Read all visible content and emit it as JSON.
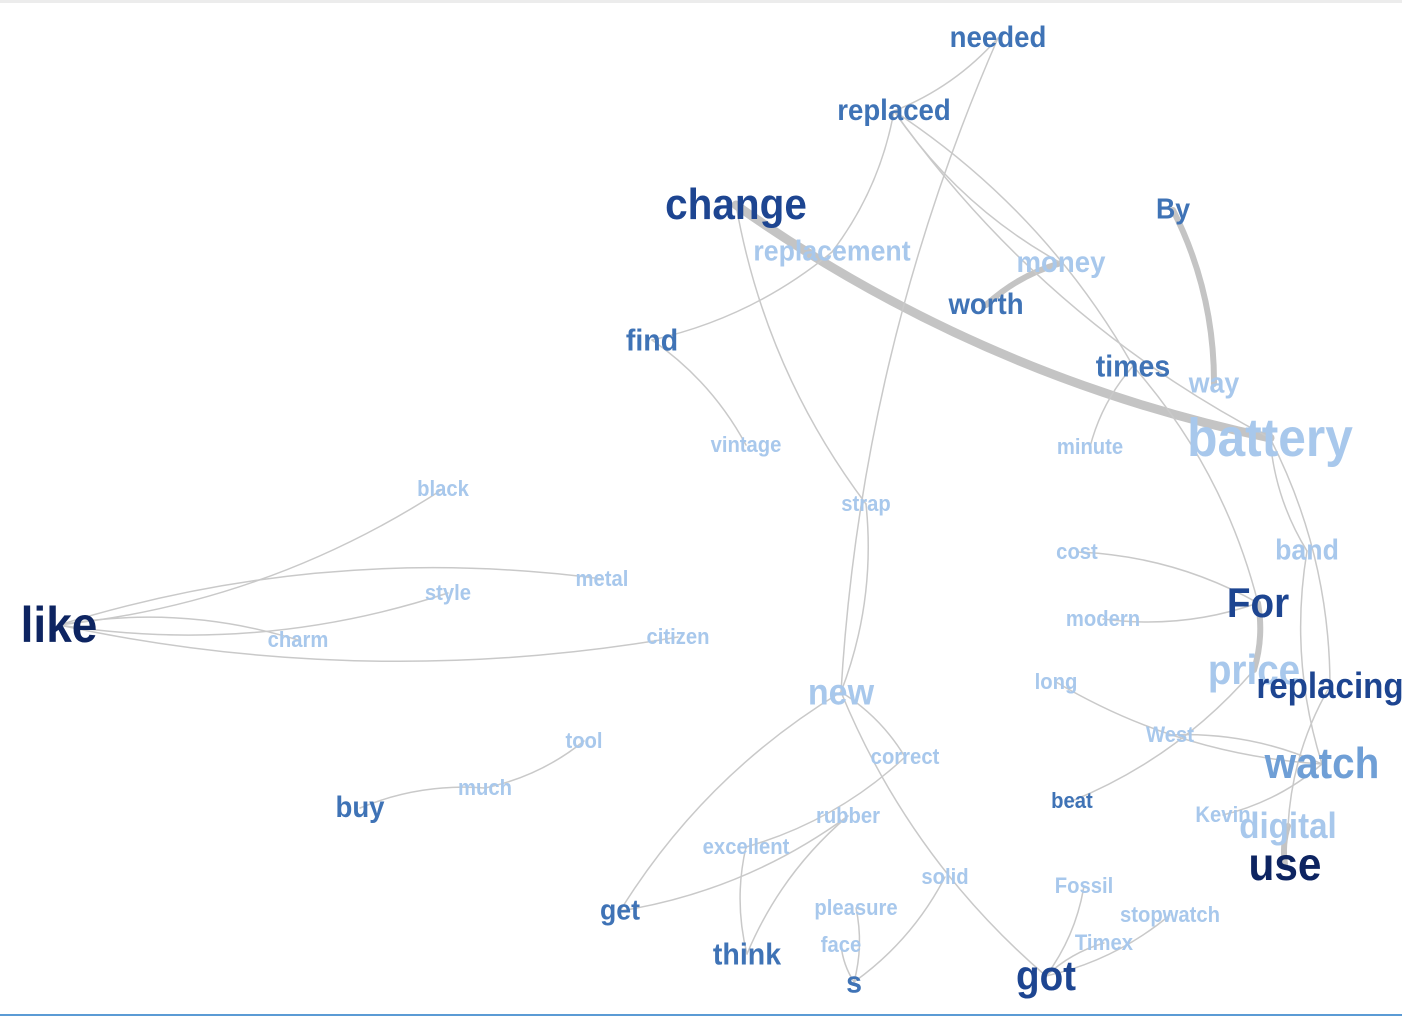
{
  "colors": {
    "darkest": "#0d2461",
    "dark": "#1d4591",
    "mid": "#3f73b6",
    "light": "#6f9fd6",
    "lighter": "#a8c8ec",
    "edge": "#c9c9c9",
    "edge_strong": "#c4c4c4"
  },
  "nodes": [
    {
      "id": "needed",
      "label": "needed",
      "shade": "mid"
    },
    {
      "id": "replaced",
      "label": "replaced",
      "shade": "mid"
    },
    {
      "id": "change",
      "label": "change",
      "shade": "dark"
    },
    {
      "id": "replacement",
      "label": "replacement",
      "shade": "lighter"
    },
    {
      "id": "By",
      "label": "By",
      "shade": "mid"
    },
    {
      "id": "money",
      "label": "money",
      "shade": "lighter"
    },
    {
      "id": "worth",
      "label": "worth",
      "shade": "mid"
    },
    {
      "id": "find",
      "label": "find",
      "shade": "mid"
    },
    {
      "id": "times",
      "label": "times",
      "shade": "mid"
    },
    {
      "id": "way",
      "label": "way",
      "shade": "lighter"
    },
    {
      "id": "battery",
      "label": "battery",
      "shade": "lighter"
    },
    {
      "id": "vintage",
      "label": "vintage",
      "shade": "lighter"
    },
    {
      "id": "minute",
      "label": "minute",
      "shade": "lighter"
    },
    {
      "id": "black",
      "label": "black",
      "shade": "lighter"
    },
    {
      "id": "strap",
      "label": "strap",
      "shade": "lighter"
    },
    {
      "id": "cost",
      "label": "cost",
      "shade": "lighter"
    },
    {
      "id": "band",
      "label": "band",
      "shade": "lighter"
    },
    {
      "id": "metal",
      "label": "metal",
      "shade": "lighter"
    },
    {
      "id": "style",
      "label": "style",
      "shade": "lighter"
    },
    {
      "id": "For",
      "label": "For",
      "shade": "dark"
    },
    {
      "id": "like",
      "label": "like",
      "shade": "darkest"
    },
    {
      "id": "modern",
      "label": "modern",
      "shade": "lighter"
    },
    {
      "id": "citizen",
      "label": "citizen",
      "shade": "lighter"
    },
    {
      "id": "charm",
      "label": "charm",
      "shade": "lighter"
    },
    {
      "id": "price",
      "label": "price",
      "shade": "lighter"
    },
    {
      "id": "replacing",
      "label": "replacing",
      "shade": "dark"
    },
    {
      "id": "long",
      "label": "long",
      "shade": "lighter"
    },
    {
      "id": "new",
      "label": "new",
      "shade": "lighter"
    },
    {
      "id": "West",
      "label": "West",
      "shade": "lighter"
    },
    {
      "id": "tool",
      "label": "tool",
      "shade": "lighter"
    },
    {
      "id": "correct",
      "label": "correct",
      "shade": "lighter"
    },
    {
      "id": "watch",
      "label": "watch",
      "shade": "light"
    },
    {
      "id": "much",
      "label": "much",
      "shade": "lighter"
    },
    {
      "id": "buy",
      "label": "buy",
      "shade": "mid"
    },
    {
      "id": "beat",
      "label": "beat",
      "shade": "mid"
    },
    {
      "id": "rubber",
      "label": "rubber",
      "shade": "lighter"
    },
    {
      "id": "Kevin",
      "label": "Kevin",
      "shade": "lighter"
    },
    {
      "id": "digital",
      "label": "digital",
      "shade": "lighter"
    },
    {
      "id": "excellent",
      "label": "excellent",
      "shade": "lighter"
    },
    {
      "id": "use",
      "label": "use",
      "shade": "darkest"
    },
    {
      "id": "solid",
      "label": "solid",
      "shade": "lighter"
    },
    {
      "id": "Fossil",
      "label": "Fossil",
      "shade": "lighter"
    },
    {
      "id": "pleasure",
      "label": "pleasure",
      "shade": "lighter"
    },
    {
      "id": "get",
      "label": "get",
      "shade": "mid"
    },
    {
      "id": "stopwatch",
      "label": "stopwatch",
      "shade": "lighter"
    },
    {
      "id": "Timex",
      "label": "Timex",
      "shade": "lighter"
    },
    {
      "id": "face",
      "label": "face",
      "shade": "lighter"
    },
    {
      "id": "think",
      "label": "think",
      "shade": "mid"
    },
    {
      "id": "got",
      "label": "got",
      "shade": "dark"
    },
    {
      "id": "s",
      "label": "s",
      "shade": "mid"
    }
  ],
  "edges": [
    {
      "from": "change",
      "to": "battery",
      "strength": "strong"
    },
    {
      "from": "By",
      "to": "way",
      "strength": "medium"
    },
    {
      "from": "money",
      "to": "worth",
      "strength": "medium"
    },
    {
      "from": "For",
      "to": "price",
      "strength": "medium"
    },
    {
      "from": "digital",
      "to": "use",
      "strength": "medium"
    },
    {
      "from": "needed",
      "to": "replaced",
      "strength": "weak"
    },
    {
      "from": "needed",
      "to": "new",
      "strength": "weak"
    },
    {
      "from": "replaced",
      "to": "replacement",
      "strength": "weak"
    },
    {
      "from": "replaced",
      "to": "money",
      "strength": "weak"
    },
    {
      "from": "replaced",
      "to": "times",
      "strength": "weak"
    },
    {
      "from": "replaced",
      "to": "battery",
      "strength": "weak"
    },
    {
      "from": "replacement",
      "to": "find",
      "strength": "weak"
    },
    {
      "from": "change",
      "to": "strap",
      "strength": "weak"
    },
    {
      "from": "find",
      "to": "vintage",
      "strength": "weak"
    },
    {
      "from": "times",
      "to": "minute",
      "strength": "weak"
    },
    {
      "from": "times",
      "to": "For",
      "strength": "weak"
    },
    {
      "from": "battery",
      "to": "band",
      "strength": "weak"
    },
    {
      "from": "battery",
      "to": "replacing",
      "strength": "weak"
    },
    {
      "from": "band",
      "to": "watch",
      "strength": "weak"
    },
    {
      "from": "cost",
      "to": "For",
      "strength": "weak"
    },
    {
      "from": "modern",
      "to": "For",
      "strength": "weak"
    },
    {
      "from": "price",
      "to": "beat",
      "strength": "weak"
    },
    {
      "from": "long",
      "to": "watch",
      "strength": "weak"
    },
    {
      "from": "West",
      "to": "watch",
      "strength": "weak"
    },
    {
      "from": "replacing",
      "to": "digital",
      "strength": "weak"
    },
    {
      "from": "watch",
      "to": "Kevin",
      "strength": "weak"
    },
    {
      "from": "like",
      "to": "black",
      "strength": "weak"
    },
    {
      "from": "like",
      "to": "metal",
      "strength": "weak"
    },
    {
      "from": "like",
      "to": "style",
      "strength": "weak"
    },
    {
      "from": "like",
      "to": "charm",
      "strength": "weak"
    },
    {
      "from": "like",
      "to": "citizen",
      "strength": "weak"
    },
    {
      "from": "buy",
      "to": "much",
      "strength": "weak"
    },
    {
      "from": "much",
      "to": "tool",
      "strength": "weak"
    },
    {
      "from": "strap",
      "to": "new",
      "strength": "weak"
    },
    {
      "from": "new",
      "to": "get",
      "strength": "weak"
    },
    {
      "from": "new",
      "to": "correct",
      "strength": "weak"
    },
    {
      "from": "new",
      "to": "got",
      "strength": "weak"
    },
    {
      "from": "correct",
      "to": "excellent",
      "strength": "weak"
    },
    {
      "from": "rubber",
      "to": "think",
      "strength": "weak"
    },
    {
      "from": "rubber",
      "to": "get",
      "strength": "weak"
    },
    {
      "from": "excellent",
      "to": "think",
      "strength": "weak"
    },
    {
      "from": "pleasure",
      "to": "s",
      "strength": "weak"
    },
    {
      "from": "face",
      "to": "s",
      "strength": "weak"
    },
    {
      "from": "solid",
      "to": "s",
      "strength": "weak"
    },
    {
      "from": "got",
      "to": "Fossil",
      "strength": "weak"
    },
    {
      "from": "got",
      "to": "Timex",
      "strength": "weak"
    },
    {
      "from": "got",
      "to": "stopwatch",
      "strength": "weak"
    }
  ]
}
